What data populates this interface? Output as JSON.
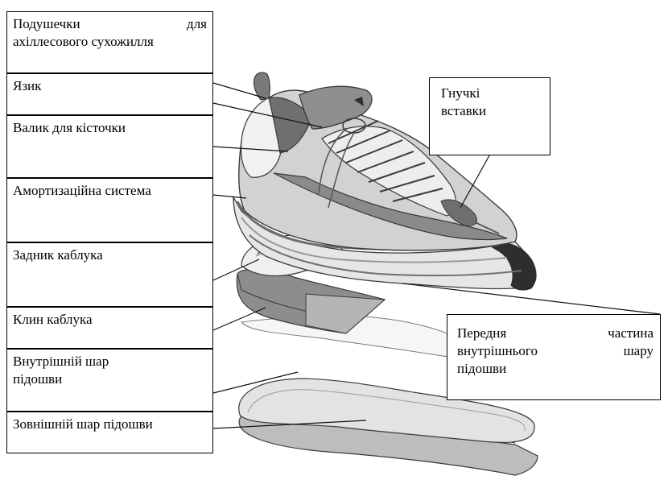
{
  "labels": {
    "achilles_pads": {
      "line1_left": "Подушечки",
      "line1_right": "для",
      "line2": "ахіллесового сухожилля"
    },
    "tongue": "Язик",
    "ankle_roll": "Валик для кісточки",
    "cushioning_system": "Амортизаційна система",
    "heel_counter": "Задник каблука",
    "heel_wedge": "Клин каблука",
    "inner_sole_layer": {
      "line1": "Внутрішній шар",
      "line2": "підошви"
    },
    "outer_sole_layer": "Зовнішній шар підошви",
    "flexible_inserts": {
      "line1": "Гнучкі",
      "line2": "вставки"
    },
    "front_inner_sole": {
      "line1_left": "Передня",
      "line1_right": "частина",
      "line2_left": "внутрішнього",
      "line2_right": "шару",
      "line3": "підошви"
    }
  },
  "colors": {
    "outline": "#3a3a3a",
    "upper_light": "#e4e4e4",
    "upper_mid": "#bcbcbc",
    "accent_dark": "#6f6f6f",
    "sole_dark": "#2e2e2e"
  }
}
